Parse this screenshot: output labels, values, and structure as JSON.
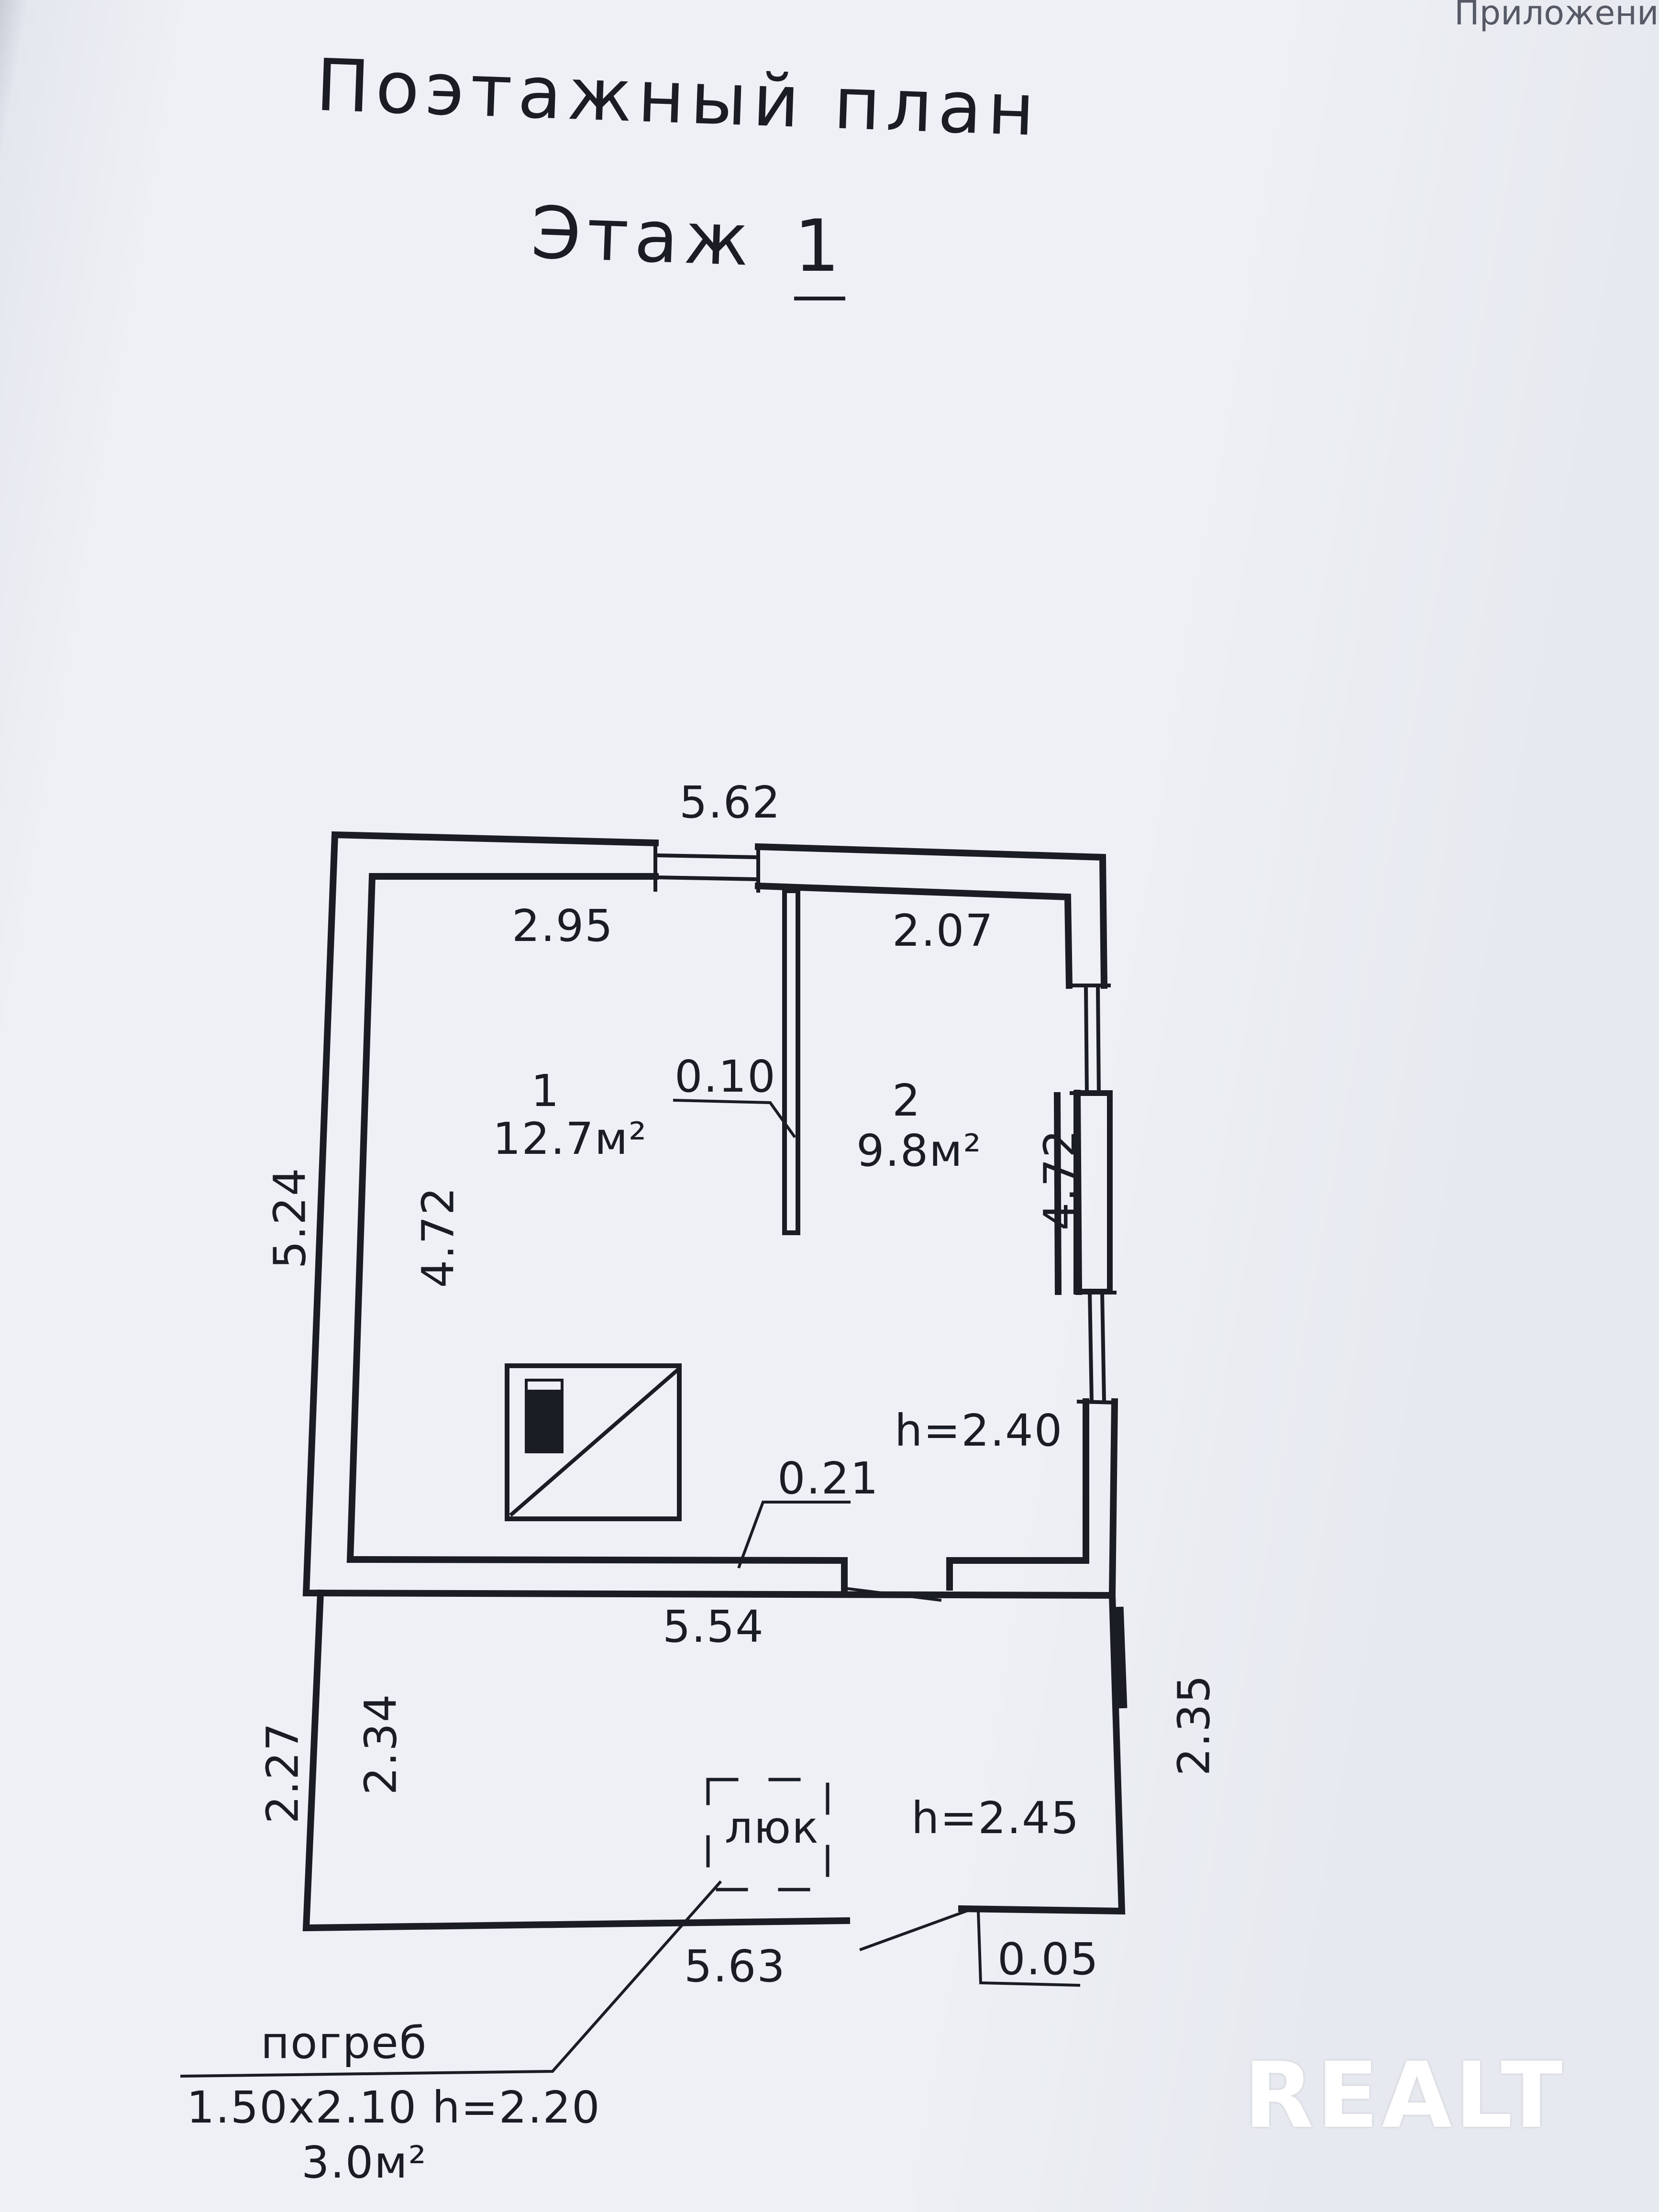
{
  "corner_text": "Приложени",
  "title": {
    "line1": "Поэтажный план",
    "floor_label": "Этаж",
    "floor_number": "1"
  },
  "rooms": [
    {
      "number": "1",
      "area": "12.7м²"
    },
    {
      "number": "2",
      "area": "9.8м²"
    }
  ],
  "heights": {
    "main": "h=2.40",
    "annex": "h=2.45"
  },
  "dimensions": {
    "outer_top": "5.62",
    "room1_width": "2.95",
    "room2_width": "2.07",
    "partition": "0.10",
    "outer_left": "5.24",
    "room1_depth": "4.72",
    "room2_depth": "4.72",
    "wall_thickness": "0.21",
    "annex_inner_width": "5.54",
    "annex_left_outer": "2.27",
    "annex_left_inner": "2.34",
    "annex_right": "2.35",
    "annex_bottom": "5.63",
    "door_offset": "0.05"
  },
  "hatch": {
    "label": "люк"
  },
  "cellar": {
    "label": "погреб",
    "size": "1.50х2.10  h=2.20",
    "area": "3.0м²"
  },
  "watermark": "REALT"
}
